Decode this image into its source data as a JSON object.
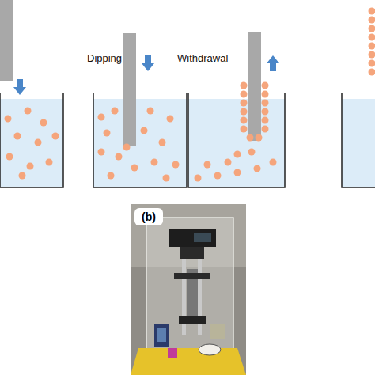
{
  "diagram": {
    "nodes": [
      {
        "text": [
          "(b)"
        ]
      }
    ],
    "labels": [
      "Dipping",
      "Withdrawal"
    ]
  }
}
